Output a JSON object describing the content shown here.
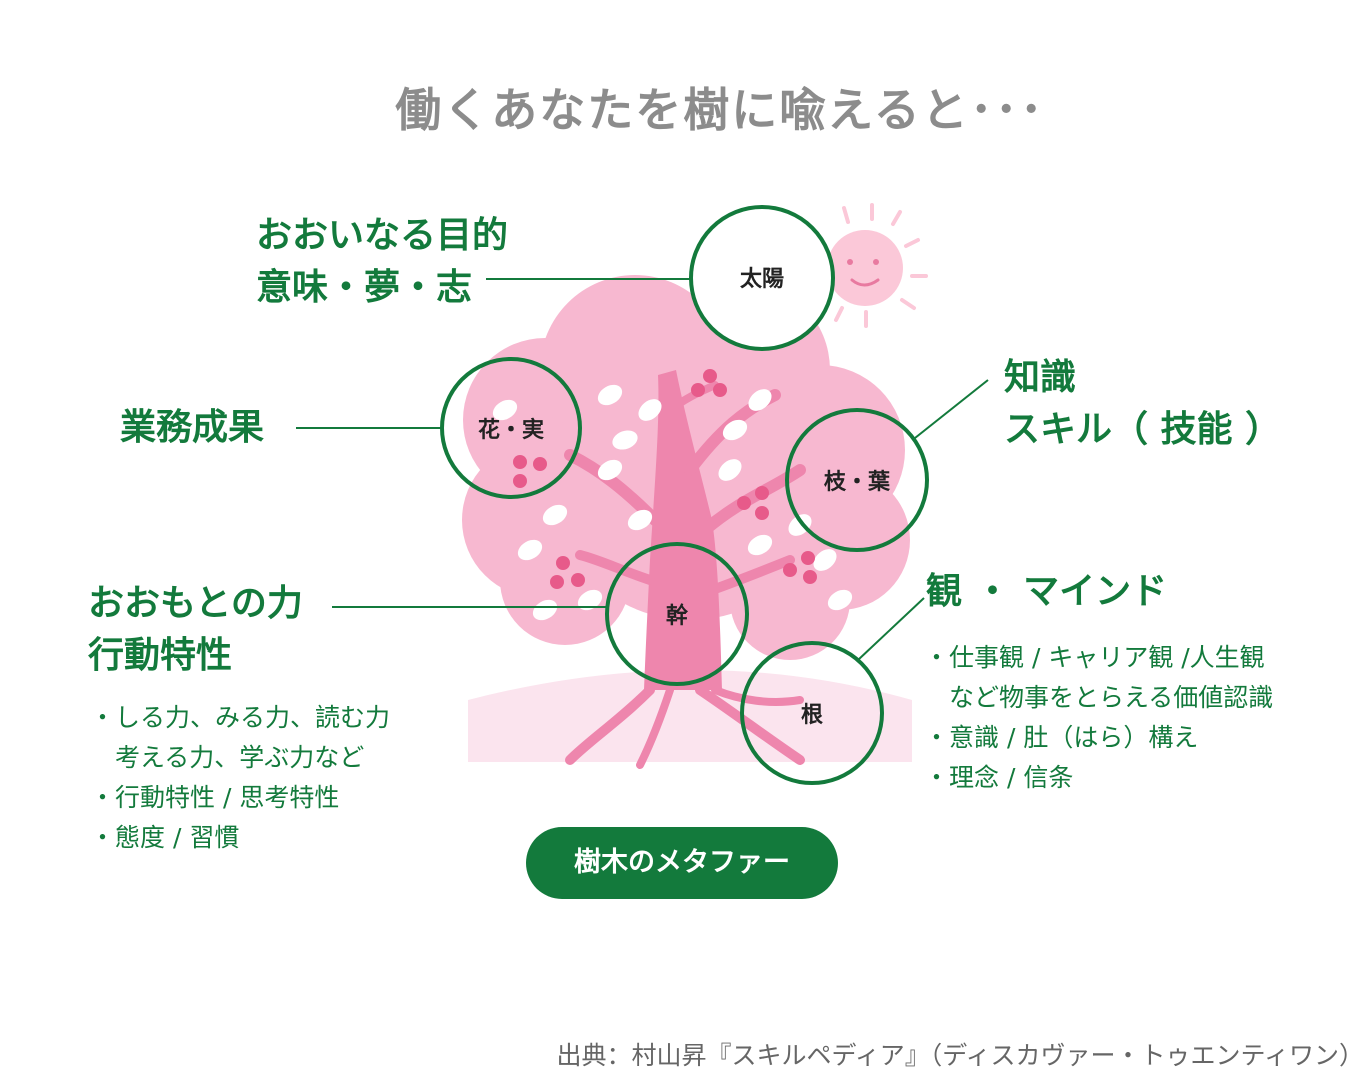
{
  "title": "働くあなたを樹に喩えると･･･",
  "circles": {
    "sun": "太陽",
    "flower": "花・実",
    "branch": "枝・葉",
    "trunk": "幹",
    "root": "根"
  },
  "labels": {
    "purpose": [
      "おおいなる目的",
      "意味・夢・志"
    ],
    "results": [
      "業務成果"
    ],
    "knowledge": [
      "知識",
      "スキル（ 技能 ）"
    ],
    "base": [
      "おおもとの力",
      "行動特性"
    ],
    "mind": [
      "観 ・ マインド"
    ]
  },
  "notes": {
    "base": [
      "・しる力、みる力、読む力",
      "　考える力、学ぶ力など",
      "・行動特性 / 思考特性",
      "・態度 / 習慣"
    ],
    "mind": [
      "・仕事観 / キャリア観 /人生観",
      "　など物事をとらえる価値認識",
      "・意識 / 肚（はら）構え",
      "・理念 / 信条"
    ]
  },
  "caption": "樹木のメタファー",
  "source": "出典：村山昇『スキルペディア』（ディスカヴァー・トゥエンティワン）",
  "colors": {
    "accent": "#137a3c",
    "title": "#8c8c8c",
    "canopy": "#f7b8d0",
    "trunk": "#ee86ad",
    "berry": "#e75a8a"
  }
}
